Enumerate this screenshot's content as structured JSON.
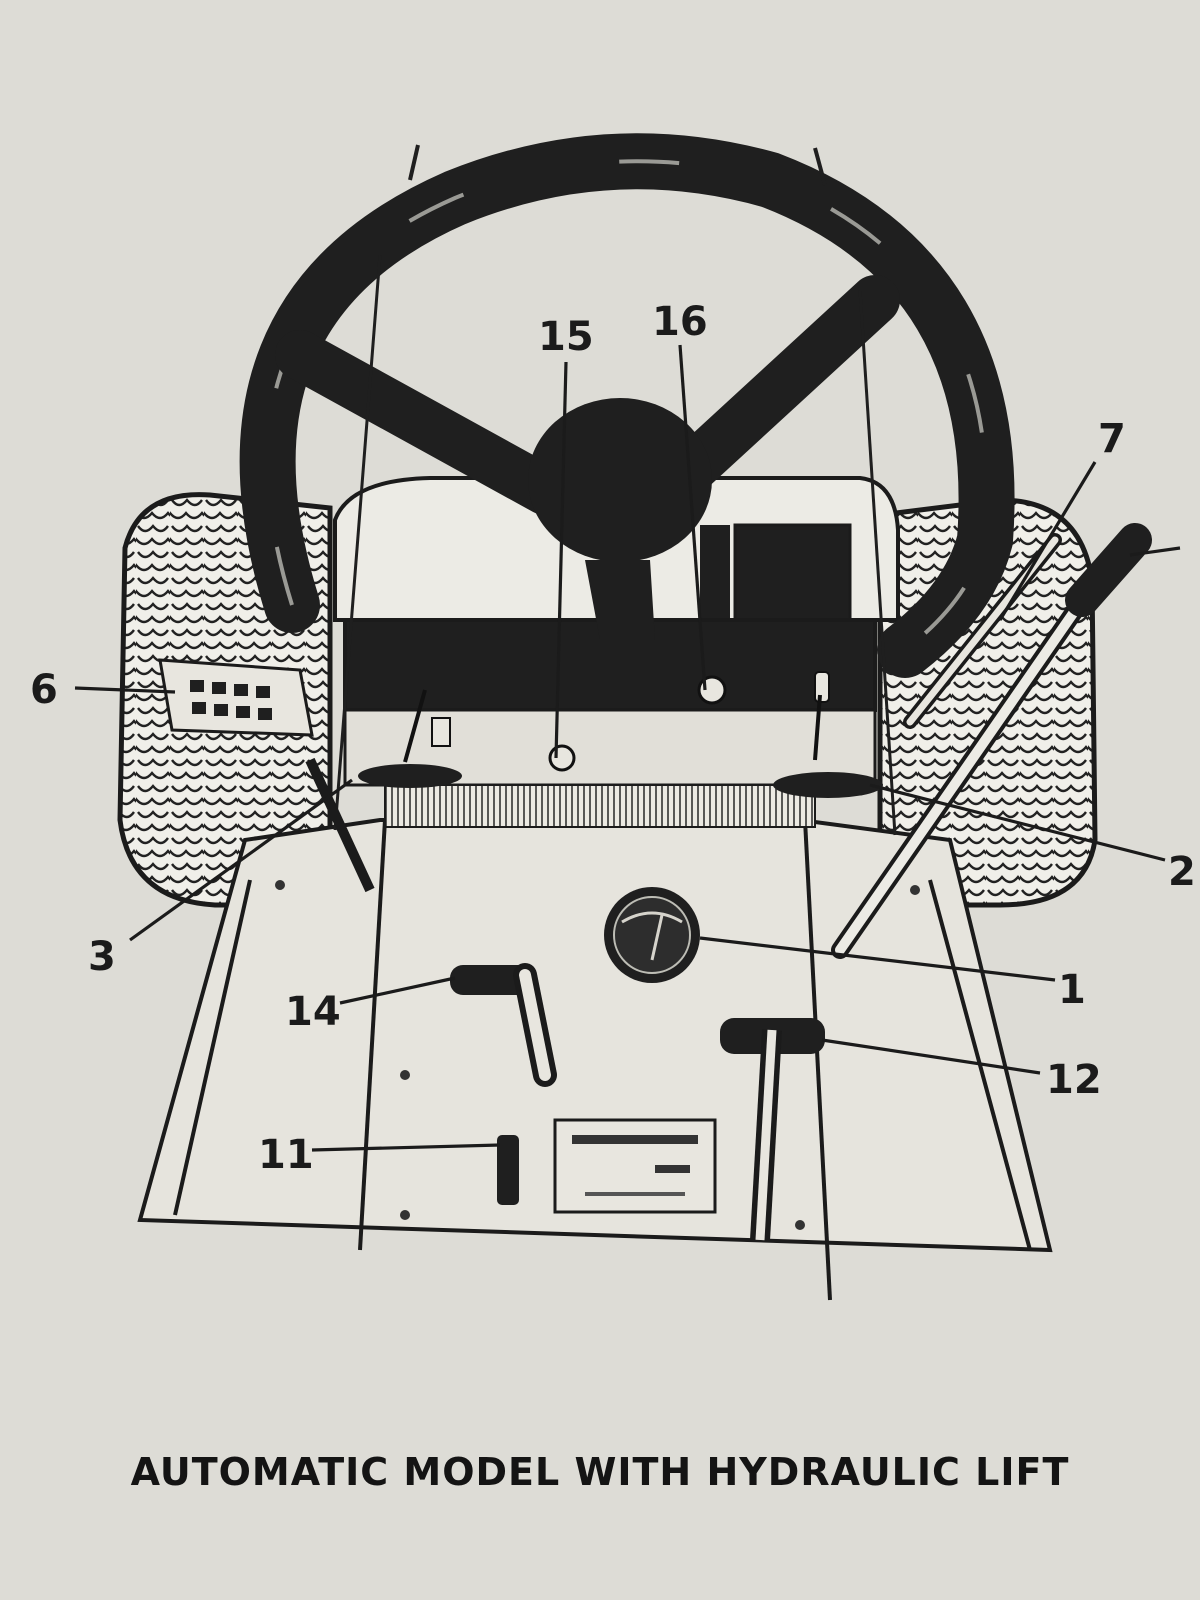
{
  "figure": {
    "caption": "AUTOMATIC MODEL WITH HYDRAULIC LIFT",
    "callouts": [
      "15",
      "16",
      "7",
      "6",
      "3",
      "2",
      "1",
      "14",
      "12",
      "11"
    ],
    "parts": [
      "steering-wheel",
      "dashboard",
      "left-rear-tire",
      "right-rear-tire",
      "brake-pedal",
      "gauge",
      "control-levers",
      "decal-plate",
      "hood"
    ]
  }
}
